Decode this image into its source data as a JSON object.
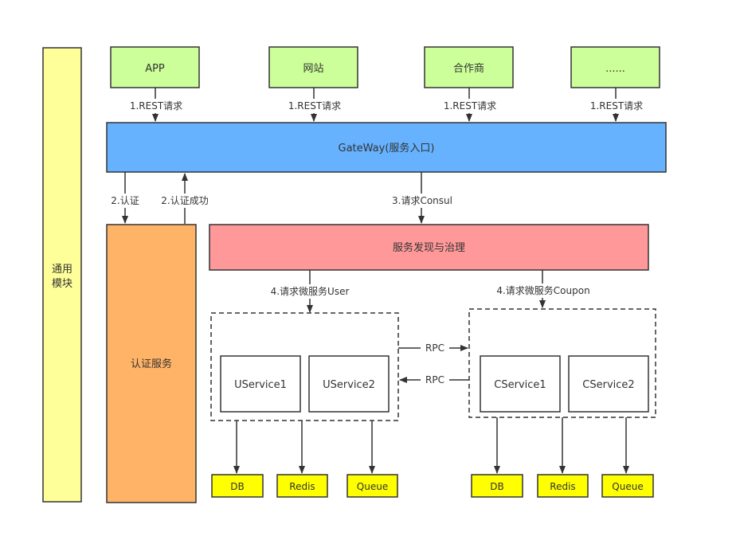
{
  "side_module": {
    "line1": "通用",
    "line2": "模块"
  },
  "clients": [
    {
      "label": "APP"
    },
    {
      "label": "网站"
    },
    {
      "label": "合作商"
    },
    {
      "label": "......"
    }
  ],
  "rest_label": "1.REST请求",
  "gateway": {
    "label": "GateWay(服务入口)"
  },
  "auth_request_label": "2.认证",
  "auth_success_label": "2.认证成功",
  "consul_label": "3.请求Consul",
  "auth_service": {
    "label": "认证服务"
  },
  "discovery": {
    "label": "服务发现与治理"
  },
  "user_request_label": "4.请求微服务User",
  "coupon_request_label": "4.请求微服务Coupon",
  "rpc_label": "RPC",
  "user_services": [
    "UService1",
    "UService2"
  ],
  "coupon_services": [
    "CService1",
    "CService2"
  ],
  "stores": [
    "DB",
    "Redis",
    "Queue"
  ],
  "colors": {
    "client_fill": "#ccff99",
    "gateway_fill": "#66b2ff",
    "auth_fill": "#ffb366",
    "discovery_fill": "#ff9999",
    "side_fill": "#ffff99",
    "store_fill": "#ffff00",
    "stroke": "#333333"
  }
}
